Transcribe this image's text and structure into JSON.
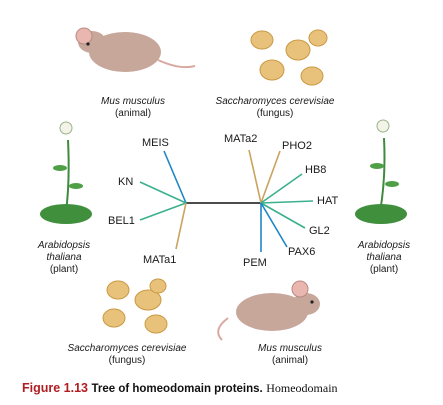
{
  "organisms": {
    "mouse_top": {
      "name": "Mus musculus",
      "kind": "(animal)"
    },
    "yeast_top": {
      "name": "Saccharomyces cerevisiae",
      "kind": "(fungus)"
    },
    "plant_left": {
      "name_line1": "Arabidopsis",
      "name_line2": "thaliana",
      "kind": "(plant)"
    },
    "plant_right": {
      "name_line1": "Arabidopsis",
      "name_line2": "thaliana",
      "kind": "(plant)"
    },
    "yeast_bottom": {
      "name": "Saccharomyces cerevisiae",
      "kind": "(fungus)"
    },
    "mouse_bottom": {
      "name": "Mus musculus",
      "kind": "(animal)"
    }
  },
  "tree": {
    "left_leaves": [
      "MEIS",
      "KN",
      "BEL1",
      "MATa1"
    ],
    "right_leaves": [
      "MATa2",
      "PHO2",
      "HB8",
      "HAT",
      "GL2",
      "PAX6",
      "PEM"
    ]
  },
  "colors": {
    "animal": "#1f86c6",
    "fungus": "#c9a35e",
    "plant": "#3bb08f",
    "trunk": "#111111",
    "caption_red": "#b01e23"
  },
  "caption": {
    "figure_label": "Figure 1.13",
    "title": "Tree of homeodomain proteins.",
    "text": "Homeodomain"
  }
}
